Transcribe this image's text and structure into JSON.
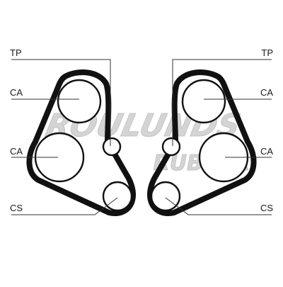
{
  "watermark": {
    "line1": "ROULUNDS",
    "line2": "RUBBER"
  },
  "left_diagram": {
    "labels": {
      "tp": "TP",
      "ca_upper": "CA",
      "ca_lower": "CA",
      "cs": "CS"
    }
  },
  "right_diagram": {
    "labels": {
      "tp": "TP",
      "ca_upper": "CA",
      "ca_lower": "CA",
      "cs": "CS"
    }
  },
  "colors": {
    "belt": "#111111",
    "watermark": "#d4d4d4",
    "background": "#ffffff"
  }
}
